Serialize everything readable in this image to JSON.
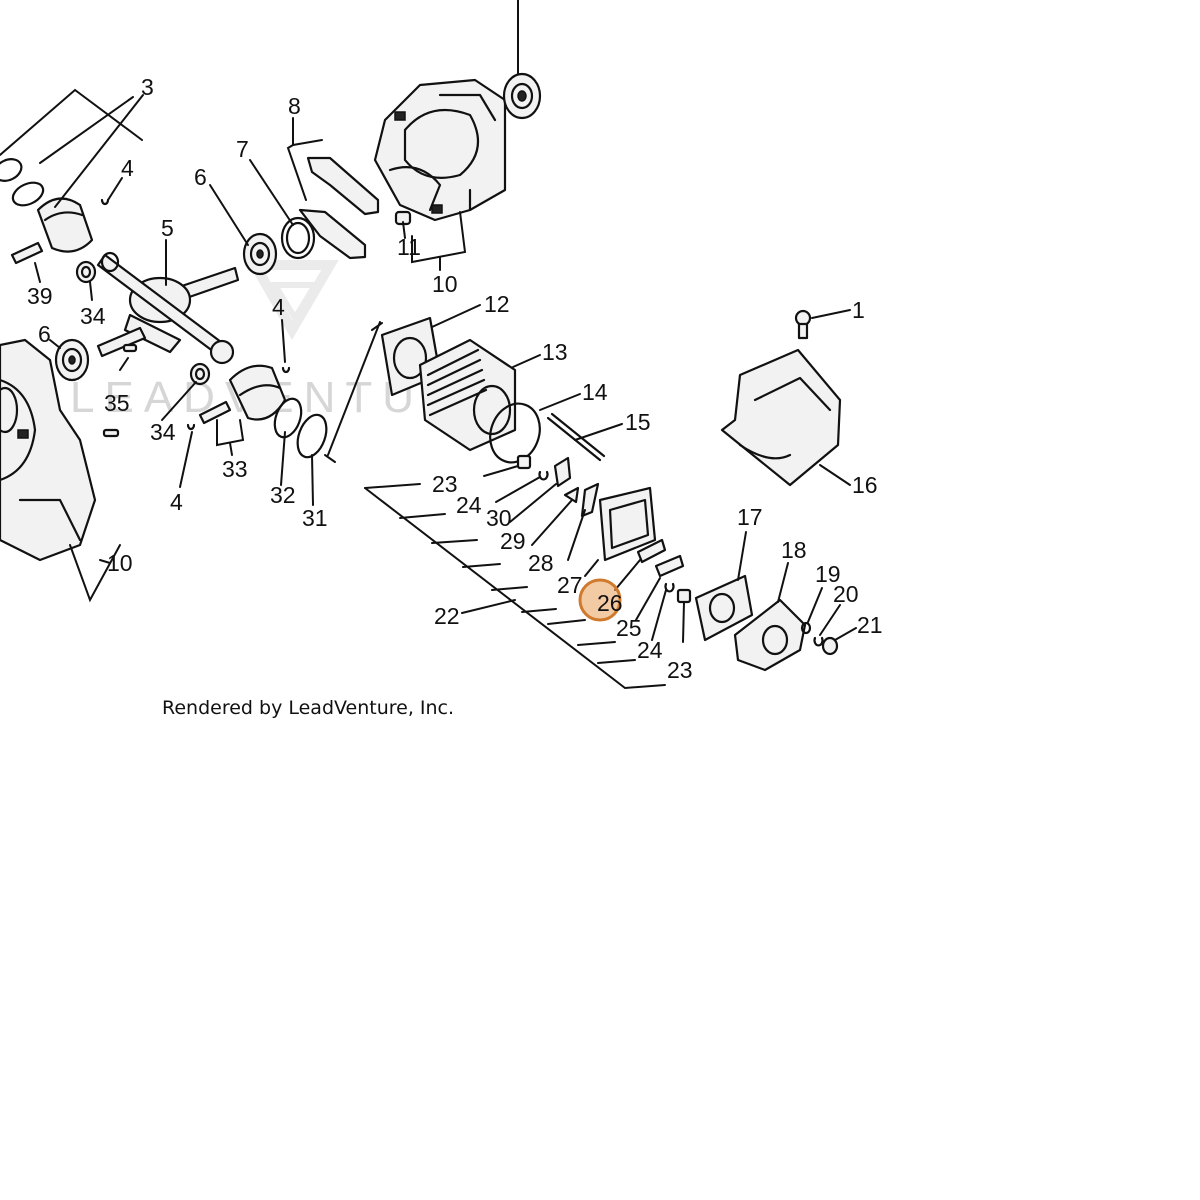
{
  "diagram": {
    "credit": "Rendered by LeadVenture, Inc.",
    "watermark": "LEADVENTURE",
    "highlight_color": "#e8a15a",
    "highlighted_part": "26",
    "callouts": {
      "c1": "1",
      "c3": "3",
      "c4a": "4",
      "c4b": "4",
      "c4c": "4",
      "c5": "5",
      "c6a": "6",
      "c6b": "6",
      "c7": "7",
      "c8": "8",
      "c10a": "10",
      "c10b": "10",
      "c11": "11",
      "c12": "12",
      "c13": "13",
      "c14": "14",
      "c15": "15",
      "c16": "16",
      "c17": "17",
      "c18": "18",
      "c19": "19",
      "c20": "20",
      "c21": "21",
      "c22": "22",
      "c23a": "23",
      "c23b": "23",
      "c24a": "24",
      "c24b": "24",
      "c25": "25",
      "c26": "26",
      "c27": "27",
      "c28": "28",
      "c29": "29",
      "c30": "30",
      "c31": "31",
      "c32": "32",
      "c33": "33",
      "c34a": "34",
      "c34b": "34",
      "c35": "35",
      "c39": "39"
    }
  }
}
